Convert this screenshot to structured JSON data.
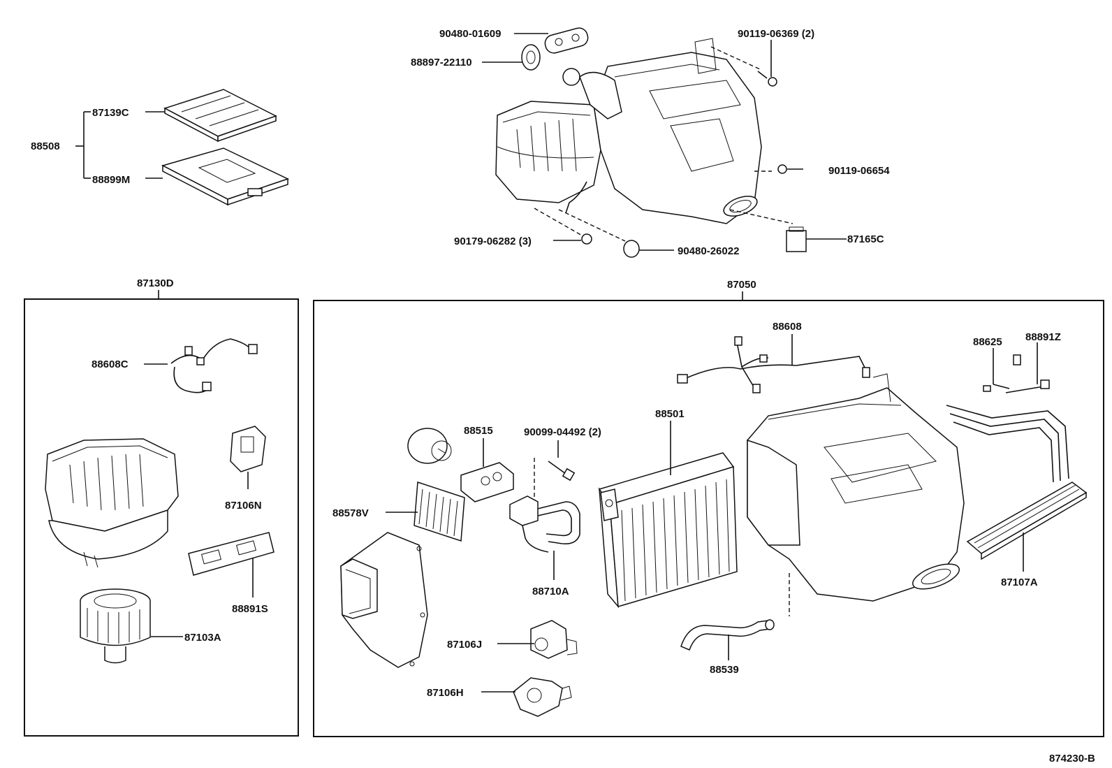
{
  "callouts": {
    "p90480_01609": "90480-01609",
    "p88897_22110": "88897-22110",
    "p90119_06369": "90119-06369 (2)",
    "p87139c": "87139C",
    "p88508": "88508",
    "p88899m": "88899M",
    "p90119_06654": "90119-06654",
    "p90179_06282": "90179-06282 (3)",
    "p90480_26022": "90480-26022",
    "p87165c": "87165C",
    "p87130d": "87130D",
    "p87050": "87050",
    "p88608c": "88608C",
    "p87106n": "87106N",
    "p88891s": "88891S",
    "p87103a": "87103A",
    "p88608": "88608",
    "p88625": "88625",
    "p88891z": "88891Z",
    "p88515": "88515",
    "p90099_04492": "90099-04492 (2)",
    "p88501": "88501",
    "p88578v": "88578V",
    "p88710a": "88710A",
    "p87107a": "87107A",
    "p87106j": "87106J",
    "p87106h": "87106H",
    "p88539": "88539"
  },
  "diagram_id": "874230-B"
}
